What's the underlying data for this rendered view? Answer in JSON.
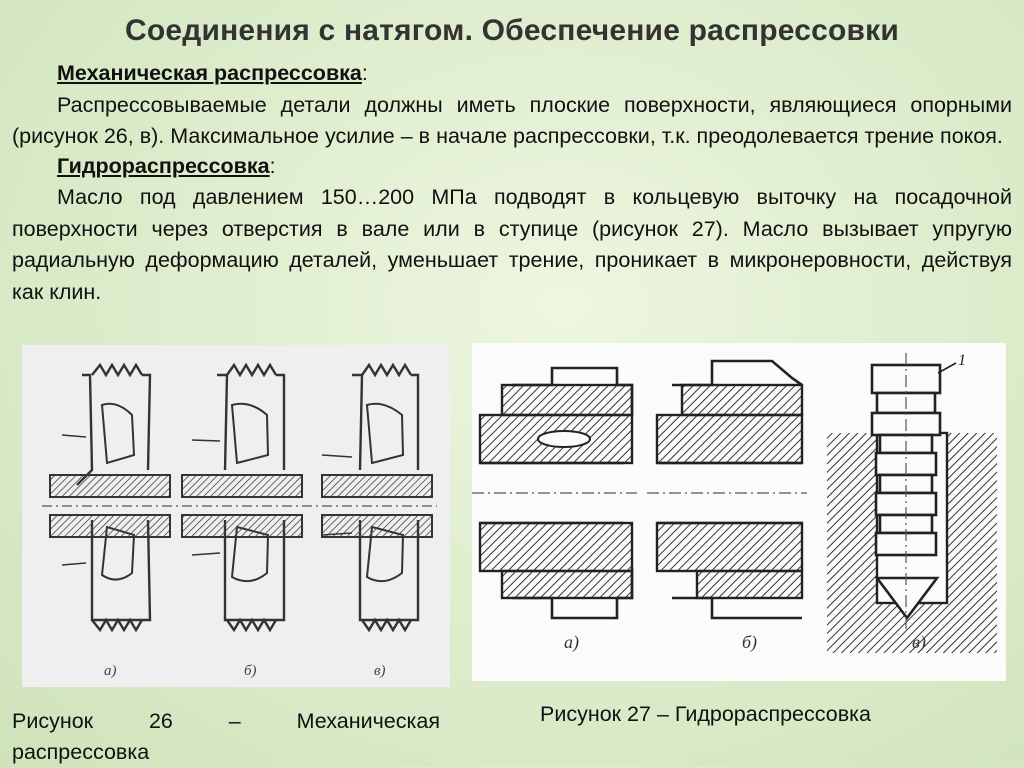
{
  "title": "Соединения с натягом. Обеспечение распрессовки",
  "sections": {
    "mechanical": {
      "heading": "Механическая распрессовка",
      "heading_suffix": ":",
      "text": "Распрессовываемые детали должны иметь плоские поверхности, являющиеся опорными (рисунок 26, в). Максимальное усилие – в начале распрессовки, т.к. преодолевается трение покоя."
    },
    "hydraulic": {
      "heading": "Гидрораспрессовка",
      "heading_suffix": ":",
      "text": "Масло под давлением 150…200 МПа подводят в кольцевую выточку на посадочной поверхности через отверстия в вале или в ступице (рисунок 27). Масло вызывает упругую радиальную деформацию деталей, уменьшает трение, проникает в микронеровности, действуя как клин."
    }
  },
  "figures": {
    "fig26": {
      "sublabels": [
        "а)",
        "б)",
        "в)"
      ],
      "caption_words": [
        "Рисунок",
        "26",
        "–",
        "Механическая"
      ],
      "caption_line2": "распрессовка"
    },
    "fig27": {
      "sublabels": [
        "а)",
        "б)",
        "в)"
      ],
      "callout": "1",
      "caption": "Рисунок 27 – Гидрораспрессовка"
    }
  }
}
